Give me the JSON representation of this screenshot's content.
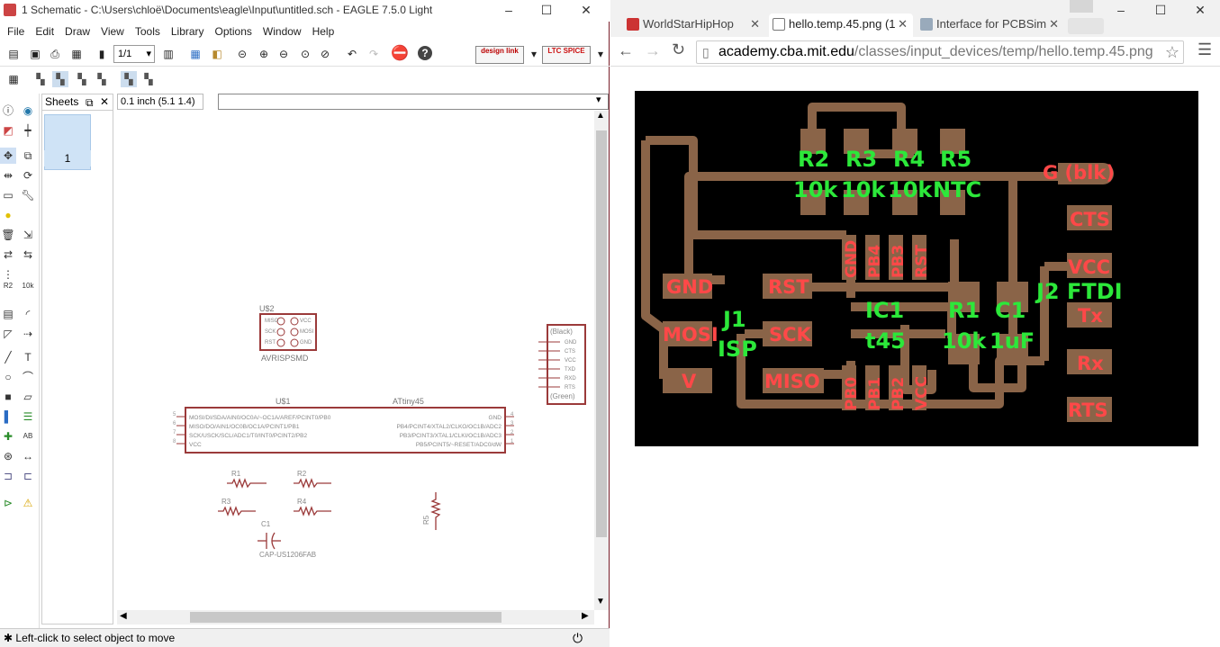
{
  "eagle": {
    "title": "1 Schematic - C:\\Users\\chloë\\Documents\\eagle\\Input\\untitled.sch - EAGLE 7.5.0 Light",
    "menu": [
      "File",
      "Edit",
      "Draw",
      "View",
      "Tools",
      "Library",
      "Options",
      "Window",
      "Help"
    ],
    "toolbar": {
      "sheet_select": "1/1",
      "design_link_label": "design link",
      "ltc_spice_label": "LTC SPICE"
    },
    "sheets_panel": {
      "title": "Sheets",
      "sheet_number": "1"
    },
    "coord_readout": "0.1 inch (5.1 1.4)",
    "command_input": "",
    "status_text": "Left-click to select object to move",
    "left_tool_labels": {
      "r2_label": "R2",
      "r2_value": "10k"
    },
    "schematic": {
      "u2_name": "U$2",
      "u2_part": "AVRISPSMD",
      "u2_pins_left": [
        "MISO",
        "SCK",
        "RST"
      ],
      "u2_pins_right": [
        "VCC",
        "MOSI",
        "GND"
      ],
      "u1_name": "U$1",
      "u1_part": "ATtiny45",
      "u1_pins_left": [
        "MOSI/DI/SDA/AIN0/OC0A/~OC1A/AREF/PCINT0/PB0",
        "MISO/DO/AIN1/OC0B/OC1A/PCINT1/PB1",
        "SCK/USCK/SCL/ADC1/T0/INT0/PCINT2/PB2",
        "VCC"
      ],
      "u1_pins_right": [
        "GND",
        "PB4/PCINT4/XTAL2/CLKO/OC1B/ADC2",
        "PB3/PCINT3/XTAL1/CLKI/OC1B/ADC3",
        "PB5/PCINT5/~RESET/ADC0/dW"
      ],
      "u1_pin_nums_left": [
        "5",
        "6",
        "7",
        "8"
      ],
      "u1_pin_nums_right": [
        "4",
        "3",
        "2",
        "1"
      ],
      "ftdi_top": "(Black)",
      "ftdi_bottom": "(Green)",
      "ftdi_pins": [
        "GND",
        "CTS",
        "VCC",
        "TXD",
        "RXD",
        "RTS"
      ],
      "r1": "R1",
      "r2": "R2",
      "r3": "R3",
      "r4": "R4",
      "r5": "R5",
      "c1": "C1",
      "c1_part": "CAP-US1206FAB"
    }
  },
  "chrome": {
    "tabs": [
      {
        "label": "WorldStarHipHop",
        "active": false
      },
      {
        "label": "hello.temp.45.png (1",
        "active": true
      },
      {
        "label": "Interface for PCBSim",
        "active": false
      }
    ],
    "url_host": "academy.cba.mit.edu",
    "url_path": "/classes/input_devices/temp/hello.temp.45.png",
    "pcb_labels": {
      "r2": "R2",
      "r3": "R3",
      "r4": "R4",
      "r5": "R5",
      "r2v": "10k",
      "r3v": "10k",
      "r4v": "10k",
      "r5v": "NTC",
      "g_blk": "G (blk)",
      "cts": "CTS",
      "vcc": "VCC",
      "tx": "Tx",
      "rx": "Rx",
      "rts": "RTS",
      "j2": "J2 FTDI",
      "gnd_pad": "GND",
      "rst_pad": "RST",
      "mosi_pad": "MOSI",
      "sck_pad": "SCK",
      "miso_pad": "MISO",
      "v_pad": "V",
      "j1": "J1",
      "isp": "ISP",
      "ic1": "IC1",
      "t45": "t45",
      "r1": "R1",
      "r1v": "10k",
      "c1": "C1",
      "c1v": "1uF",
      "top_pins": [
        "GND",
        "PB4",
        "PB3",
        "RST"
      ],
      "bot_pins": [
        "PB0",
        "PB1",
        "PB2",
        "VCC"
      ]
    }
  }
}
